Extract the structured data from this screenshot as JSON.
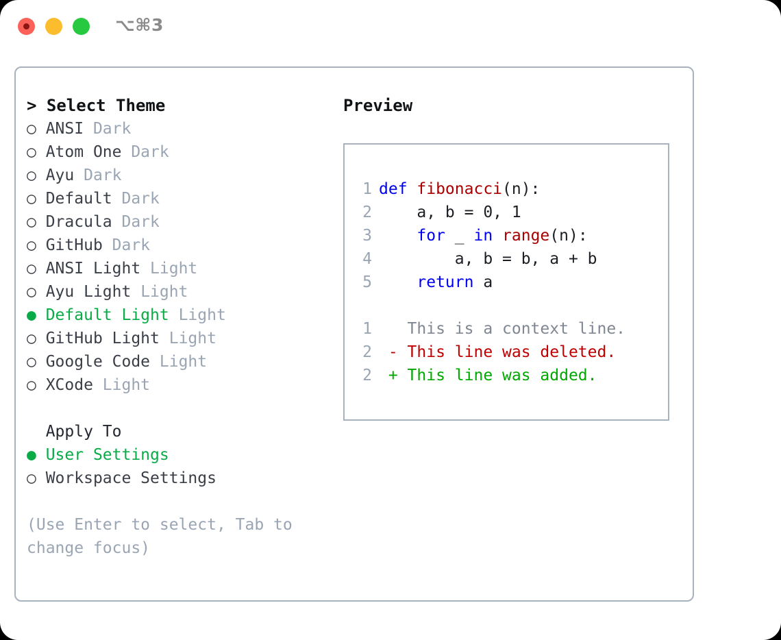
{
  "titlebar": {
    "shortcut_label": "⌥⌘3",
    "buttons": [
      {
        "name": "close",
        "color": "#fb6158"
      },
      {
        "name": "minimize",
        "color": "#fbbd2e"
      },
      {
        "name": "maximize",
        "color": "#26c93f"
      }
    ]
  },
  "colors": {
    "accent_green": "#09ab47",
    "muted": "#9aa5b4",
    "border": "#a8b2be",
    "keyword_blue": "#0000f0",
    "function_red": "#a80000",
    "diff_added": "#00a800",
    "diff_deleted": "#c00000"
  },
  "theme_picker": {
    "header_prompt": ">",
    "header_label": "Select Theme",
    "marker_selected": "●",
    "marker_unselected": "○",
    "items": [
      {
        "name": "ANSI",
        "variant": "Dark",
        "selected": false
      },
      {
        "name": "Atom One",
        "variant": "Dark",
        "selected": false
      },
      {
        "name": "Ayu",
        "variant": "Dark",
        "selected": false
      },
      {
        "name": "Default",
        "variant": "Dark",
        "selected": false
      },
      {
        "name": "Dracula",
        "variant": "Dark",
        "selected": false
      },
      {
        "name": "GitHub",
        "variant": "Dark",
        "selected": false
      },
      {
        "name": "ANSI Light",
        "variant": "Light",
        "selected": false
      },
      {
        "name": "Ayu Light",
        "variant": "Light",
        "selected": false
      },
      {
        "name": "Default Light",
        "variant": "Light",
        "selected": true
      },
      {
        "name": "GitHub Light",
        "variant": "Light",
        "selected": false
      },
      {
        "name": "Google Code",
        "variant": "Light",
        "selected": false
      },
      {
        "name": "XCode",
        "variant": "Light",
        "selected": false
      }
    ]
  },
  "apply_to": {
    "header_label": "Apply To",
    "options": [
      {
        "label": "User Settings",
        "selected": true
      },
      {
        "label": "Workspace Settings",
        "selected": false
      }
    ]
  },
  "hint": {
    "text": "(Use Enter to select, Tab to change focus)"
  },
  "preview": {
    "title": "Preview",
    "code_lines": [
      {
        "num": "1",
        "segments": [
          {
            "t": "def ",
            "c": "kw"
          },
          {
            "t": "fibonacci",
            "c": "fn"
          },
          {
            "t": "(n):",
            "c": ""
          }
        ]
      },
      {
        "num": "2",
        "segments": [
          {
            "t": "    a, b = 0, 1",
            "c": ""
          }
        ]
      },
      {
        "num": "3",
        "segments": [
          {
            "t": "    ",
            "c": ""
          },
          {
            "t": "for",
            "c": "kw"
          },
          {
            "t": " _ ",
            "c": ""
          },
          {
            "t": "in ",
            "c": "kw"
          },
          {
            "t": "range",
            "c": "fn"
          },
          {
            "t": "(n):",
            "c": ""
          }
        ]
      },
      {
        "num": "4",
        "segments": [
          {
            "t": "        a, b = b, a + b",
            "c": ""
          }
        ]
      },
      {
        "num": "5",
        "segments": [
          {
            "t": "    ",
            "c": ""
          },
          {
            "t": "return",
            "c": "kw"
          },
          {
            "t": " a",
            "c": ""
          }
        ]
      }
    ],
    "diff_lines": [
      {
        "num": "1",
        "sign": "  ",
        "text": "This is a context line.",
        "kind": "ctx"
      },
      {
        "num": "2",
        "sign": "- ",
        "text": "This line was deleted.",
        "kind": "del"
      },
      {
        "num": "2",
        "sign": "+ ",
        "text": "This line was added.",
        "kind": "add"
      }
    ]
  }
}
